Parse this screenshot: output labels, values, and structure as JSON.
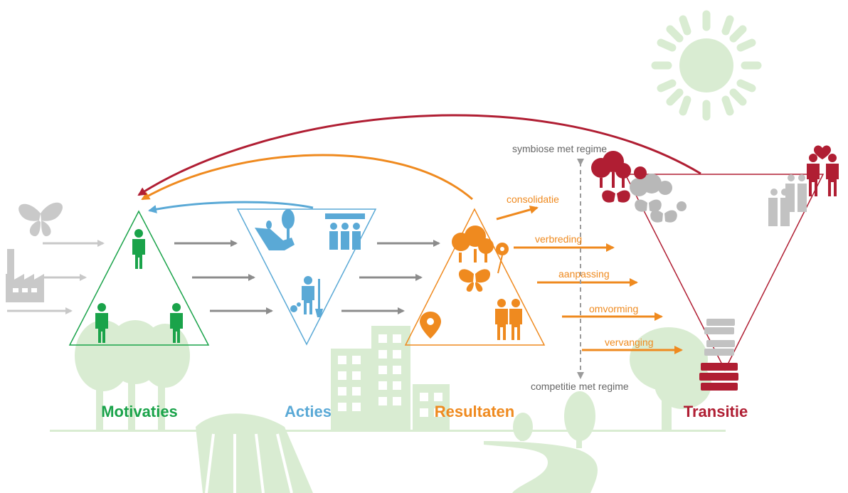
{
  "stages": {
    "motivaties": "Motivaties",
    "acties": "Acties",
    "resultaten": "Resultaten",
    "transitie": "Transitie"
  },
  "pathways": {
    "consolidatie": "consolidatie",
    "verbreding": "verbreding",
    "aanpassing": "aanpassing",
    "omvorming": "omvorming",
    "vervanging": "vervanging"
  },
  "regime": {
    "top": "symbiose met regime",
    "bottom": "competitie met regime"
  },
  "colors": {
    "motivaties": "#1aa34a",
    "acties": "#5aa9d6",
    "resultaten": "#ef8a1f",
    "transitie": "#b01e33",
    "background_shapes": "#d9ecd2",
    "grey_arrows": "#8c8c8c",
    "regime_line": "#9b9b9b"
  },
  "icons": {
    "motivaties": [
      "person-icon",
      "person-icon",
      "person-icon"
    ],
    "acties": [
      "planting-tree-icon",
      "group-icon",
      "gardener-icon"
    ],
    "resultaten": [
      "trees-icon",
      "flower-icon",
      "butterfly-icon",
      "location-pin-icon",
      "couple-icon"
    ],
    "transitie": [
      "couple-heart-icon",
      "books-icon",
      "trees-flowers-icon"
    ],
    "background": [
      "sun-icon",
      "factory-icon",
      "butterfly-icon",
      "buildings-icon",
      "trees-icon",
      "fields-icon"
    ]
  }
}
